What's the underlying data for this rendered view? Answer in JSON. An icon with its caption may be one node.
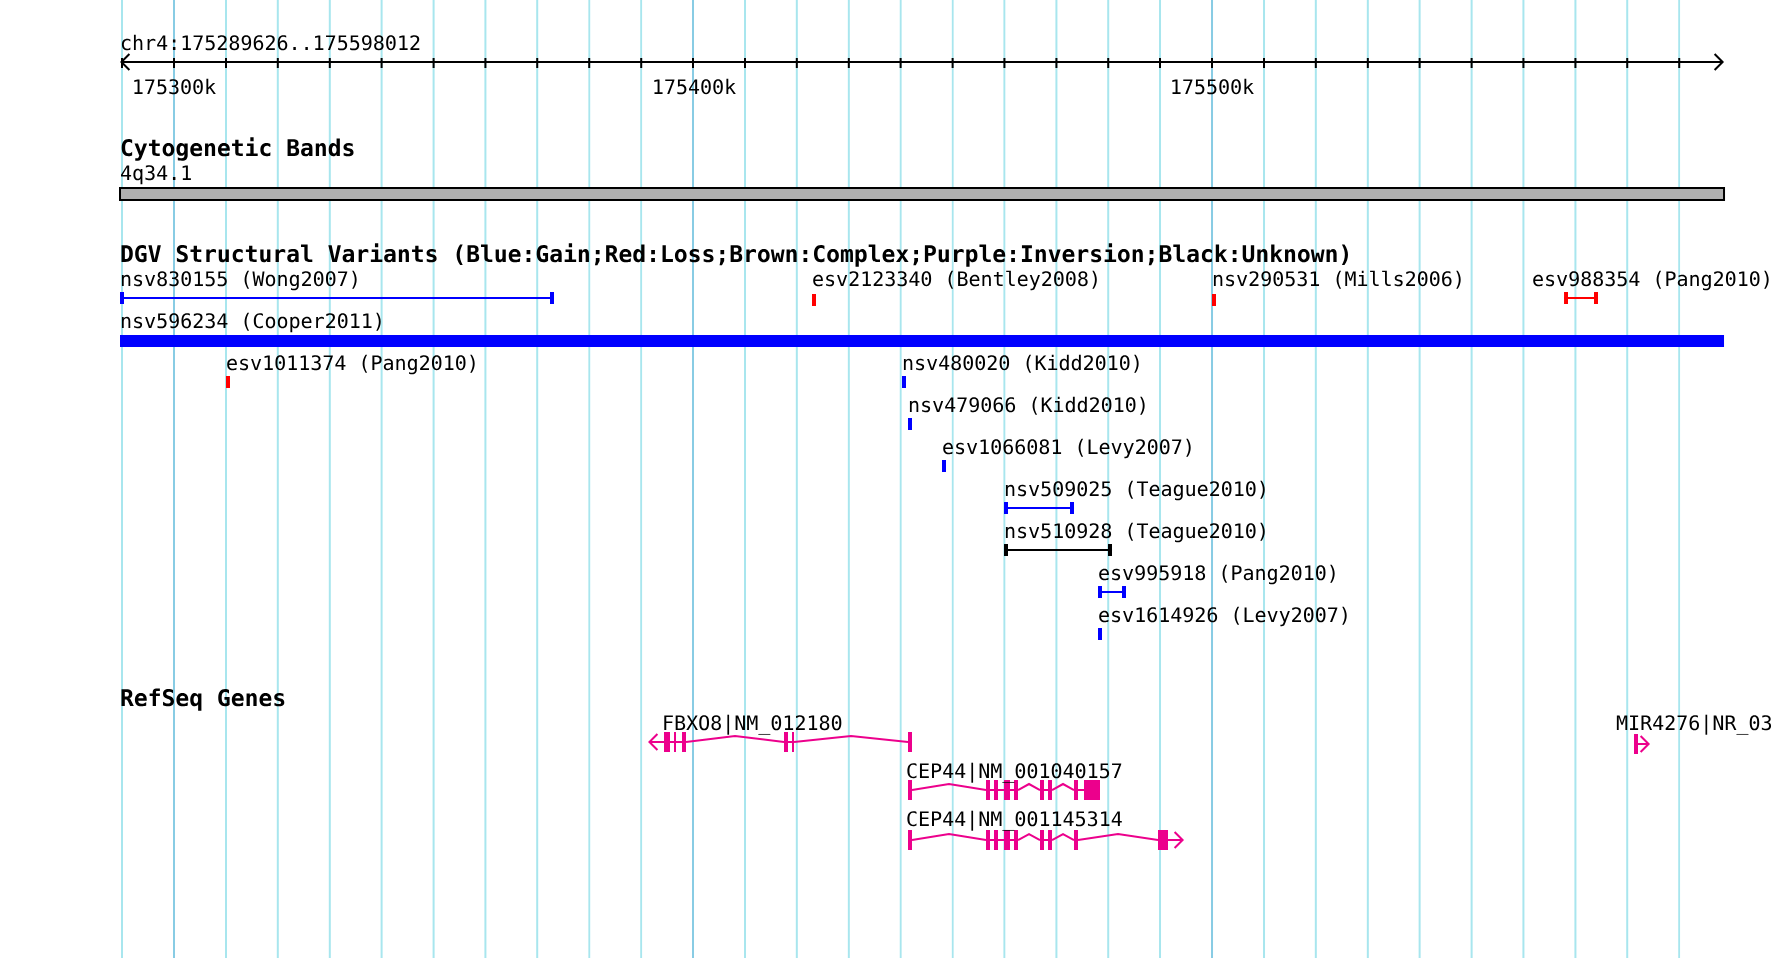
{
  "diagram": {
    "nodes": [
      {
        "text": [
          "4q34.1"
        ]
      },
      {
        "text": [
          "nsv830155 (Wong2007)"
        ]
      },
      {
        "text": [
          "esv2123340 (Bentley2008)"
        ]
      },
      {
        "text": [
          "nsv290531 (Mills2006)"
        ]
      },
      {
        "text": [
          "esv988354 (Pang2010)"
        ]
      },
      {
        "text": [
          "nsv596234 (Cooper2011)"
        ]
      },
      {
        "text": [
          "esv1011374 (Pang2010)"
        ]
      },
      {
        "text": [
          "nsv480020 (Kidd2010)"
        ]
      },
      {
        "text": [
          "nsv479066 (Kidd2010)"
        ]
      },
      {
        "text": [
          "esv1066081 (Levy2007)"
        ]
      },
      {
        "text": [
          "nsv509025 (Teague2010)"
        ]
      },
      {
        "text": [
          "nsv510928 (Teague2010)"
        ]
      },
      {
        "text": [
          "esv995918 (Pang2010)"
        ]
      },
      {
        "text": [
          "esv1614926 (Levy2007)"
        ]
      },
      {
        "text": [
          "FBXO8|NM_012180"
        ]
      },
      {
        "text": [
          "CEP44|NM_001040157"
        ]
      },
      {
        "text": [
          "CEP44|NM_001145314"
        ]
      },
      {
        "text": [
          "MIR4276|NR_03"
        ]
      }
    ],
    "labels": [
      "chr4:175289626..175598012",
      "175300k",
      "175400k",
      "175500k",
      "Cytogenetic Bands",
      "DGV Structural Variants (Blue:Gain;Red:Loss;Brown:Complex;Purple:Inversion;Black:Unknown)",
      "RefSeq Genes"
    ]
  }
}
